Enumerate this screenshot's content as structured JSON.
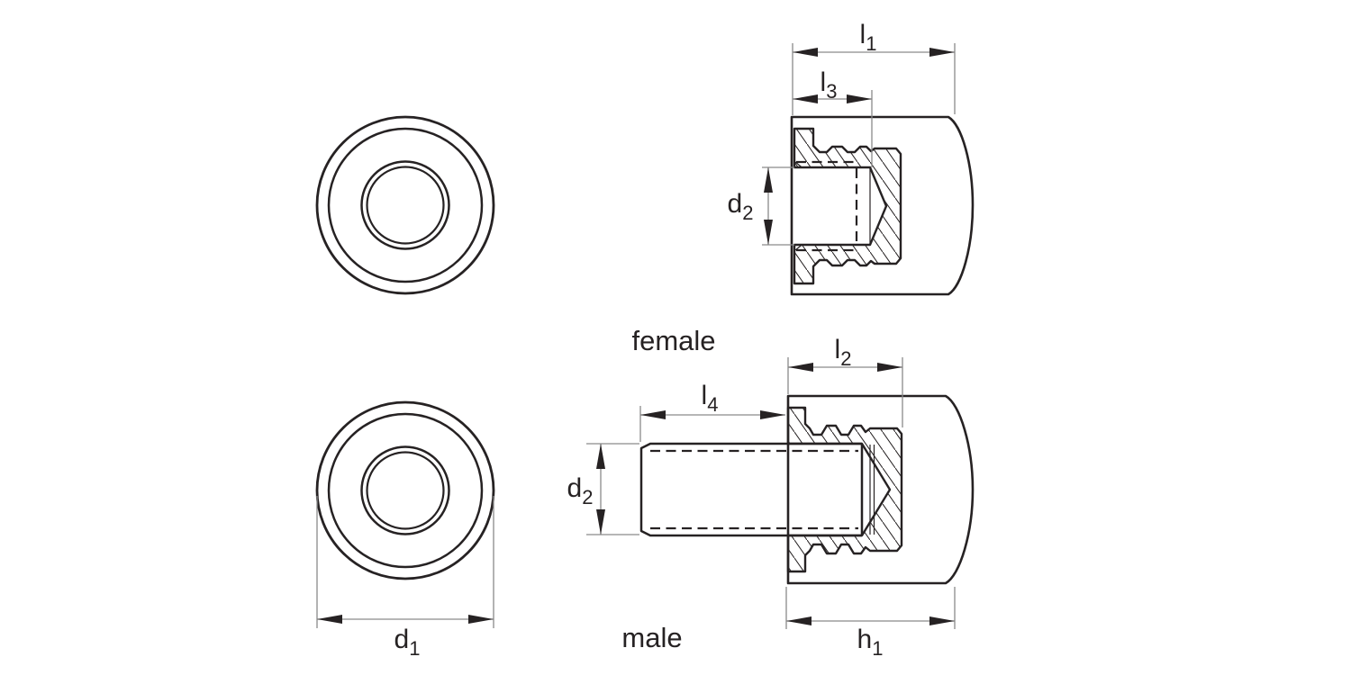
{
  "drawing": {
    "type": "technical-drawing",
    "subject": "threaded inserts, female and male, front views and cross-sections"
  },
  "captions": {
    "female": "female",
    "male": "male"
  },
  "dimensions": {
    "l1": {
      "base": "l",
      "sub": "1"
    },
    "l2": {
      "base": "l",
      "sub": "2"
    },
    "l3": {
      "base": "l",
      "sub": "3"
    },
    "l4": {
      "base": "l",
      "sub": "4"
    },
    "d1": {
      "base": "d",
      "sub": "1"
    },
    "d2": {
      "base": "d",
      "sub": "2"
    },
    "h1": {
      "base": "h",
      "sub": "1"
    }
  },
  "colors": {
    "line": "#262223",
    "dimension_line": "#8a8a8a",
    "background": "#ffffff"
  }
}
